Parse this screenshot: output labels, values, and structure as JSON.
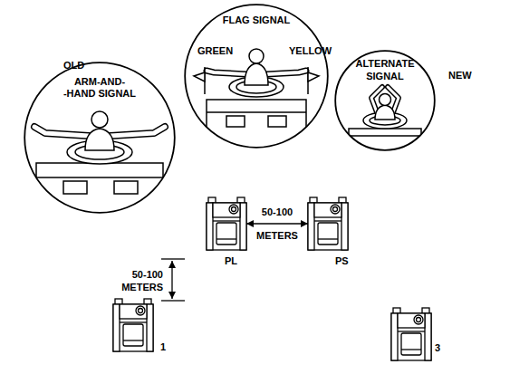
{
  "diagram": {
    "nodes": [
      {
        "text": [
          "ARM-AND- -HAND SIGNAL"
        ]
      },
      {
        "text": [
          "FLAG SIGNAL",
          "GREEN",
          "YELLOW"
        ]
      },
      {
        "text": [
          "ALTERNATE SIGNAL"
        ]
      },
      {
        "text": [
          "PL"
        ]
      },
      {
        "text": [
          "PS"
        ]
      },
      {
        "text": [
          "1"
        ]
      },
      {
        "text": [
          "3"
        ]
      }
    ],
    "edges": [
      {
        "from": 3,
        "to": 4,
        "arrow": "both",
        "label": "50-100 METERS"
      }
    ],
    "labels": [
      "OLD",
      "NEW",
      "50-100 METERS"
    ]
  }
}
